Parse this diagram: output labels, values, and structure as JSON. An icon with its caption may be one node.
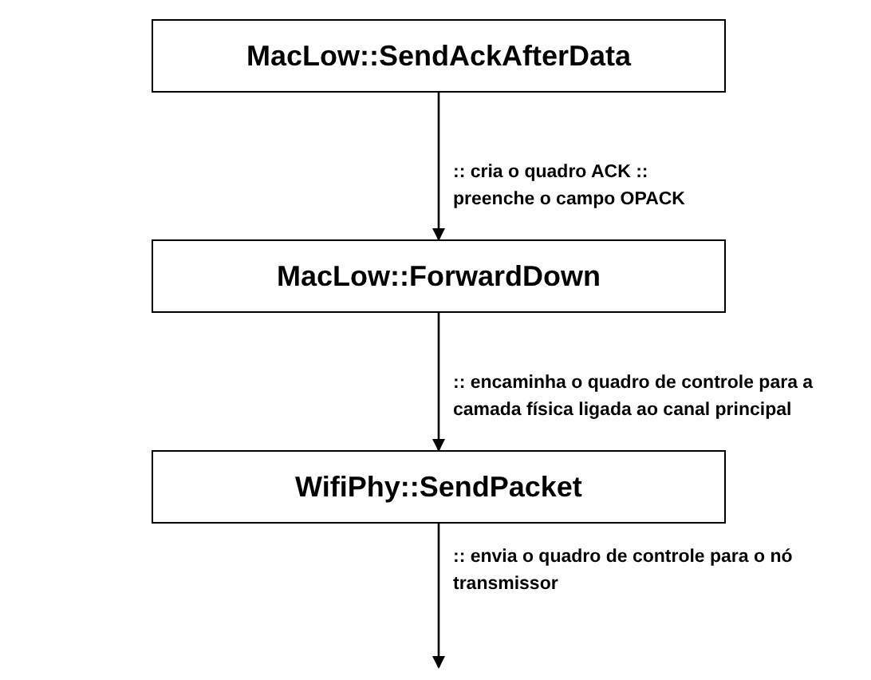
{
  "diagram": {
    "nodes": [
      {
        "text": [
          "MacLow::SendAckAfterData"
        ]
      },
      {
        "text": [
          "MacLow::ForwardDown"
        ]
      },
      {
        "text": [
          "WifiPhy::SendPacket"
        ]
      }
    ],
    "edges": [
      {
        "from": 0,
        "to": 1,
        "arrow": "to",
        "label": ":: cria o quadro ACK :: preenche o campo OPACK"
      },
      {
        "from": 1,
        "to": 2,
        "arrow": "to",
        "label": ":: encaminha o quadro de controle para a camada física ligada ao canal principal"
      },
      {
        "from": 2,
        "to": null,
        "arrow": "to",
        "label": ":: envia o quadro de controle para o nó transmissor"
      }
    ]
  }
}
